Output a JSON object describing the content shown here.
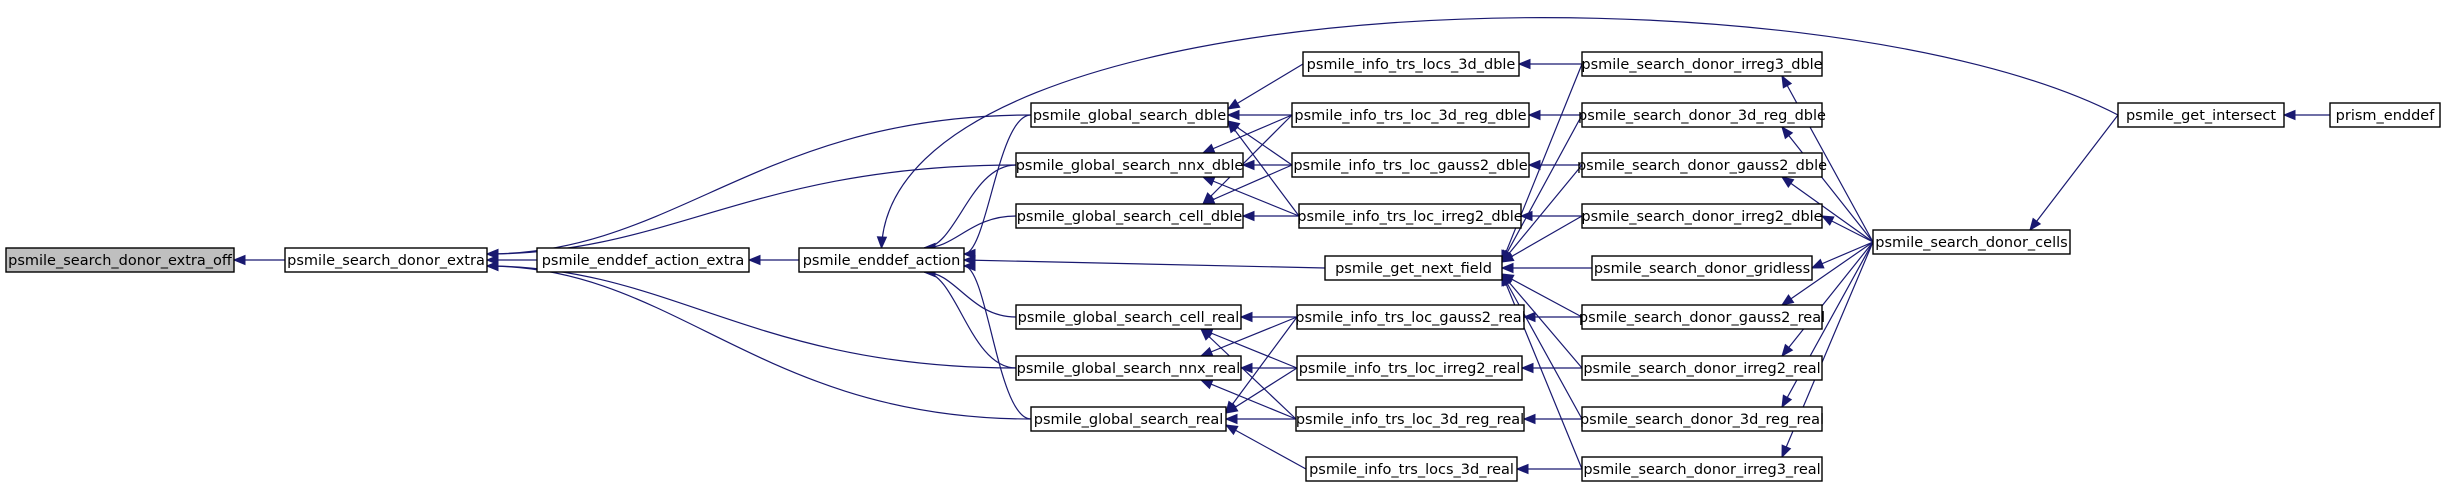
{
  "nodes": {
    "n_extra_off": "psmile_search_donor_extra_off",
    "n_extra": "psmile_search_donor_extra",
    "n_action_extra": "psmile_enddef_action_extra",
    "n_action": "psmile_enddef_action",
    "n_gs_dble": "psmile_global_search_dble",
    "n_gs_nnx_dble": "psmile_global_search_nnx_dble",
    "n_gs_cell_dble": "psmile_global_search_cell_dble",
    "n_gs_cell_real": "psmile_global_search_cell_real",
    "n_gs_nnx_real": "psmile_global_search_nnx_real",
    "n_gs_real": "psmile_global_search_real",
    "n_next_field": "psmile_get_next_field",
    "n_locs3d_dble": "psmile_info_trs_locs_3d_dble",
    "n_loc3dreg_dble": "psmile_info_trs_loc_3d_reg_dble",
    "n_gauss2_dble": "psmile_info_trs_loc_gauss2_dble",
    "n_irreg2_dble": "psmile_info_trs_loc_irreg2_dble",
    "n_gauss2_real": "psmile_info_trs_loc_gauss2_real",
    "n_irreg2_real": "psmile_info_trs_loc_irreg2_real",
    "n_loc3dreg_real": "psmile_info_trs_loc_3d_reg_real",
    "n_locs3d_real": "psmile_info_trs_locs_3d_real",
    "n_d_irreg3_dble": "psmile_search_donor_irreg3_dble",
    "n_d_3dreg_dble": "psmile_search_donor_3d_reg_dble",
    "n_d_gauss2_dble": "psmile_search_donor_gauss2_dble",
    "n_d_irreg2_dble": "psmile_search_donor_irreg2_dble",
    "n_d_gridless": "psmile_search_donor_gridless",
    "n_d_gauss2_real": "psmile_search_donor_gauss2_real",
    "n_d_irreg2_real": "psmile_search_donor_irreg2_real",
    "n_d_3dreg_real": "psmile_search_donor_3d_reg_real",
    "n_d_irreg3_real": "psmile_search_donor_irreg3_real",
    "n_donor_cells": "psmile_search_donor_cells",
    "n_intersect": "psmile_get_intersect",
    "n_prism_enddef": "prism_enddef"
  },
  "colors": {
    "edge": "#191970",
    "node_border": "#000000",
    "node_fill": "#ffffff",
    "current_node_fill": "#bfbfbf"
  }
}
